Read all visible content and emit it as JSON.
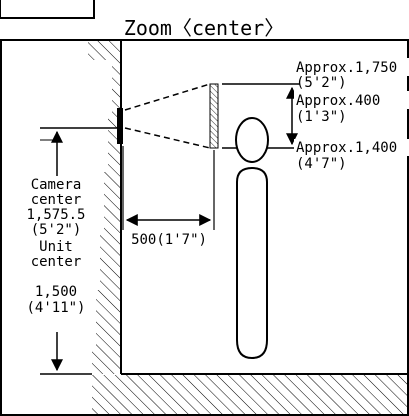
{
  "title": "Zoom〈center〉",
  "labels": {
    "approx_1750": "Approx.1,750",
    "approx_1750_imp": "(5'2\")",
    "approx_400": "Approx.400",
    "approx_400_imp": "(1'3\")",
    "approx_1400": "Approx.1,400",
    "approx_1400_imp": "(4'7\")",
    "camera_center_l1": "Camera",
    "camera_center_l2": "center",
    "camera_center_val": "1,575.5",
    "camera_center_imp": "(5'2\")",
    "unit_center_l1": "Unit",
    "unit_center_l2": "center",
    "unit_center_val": "1,500",
    "unit_center_imp": "(4'11\")",
    "distance": "500(1'7\")"
  }
}
